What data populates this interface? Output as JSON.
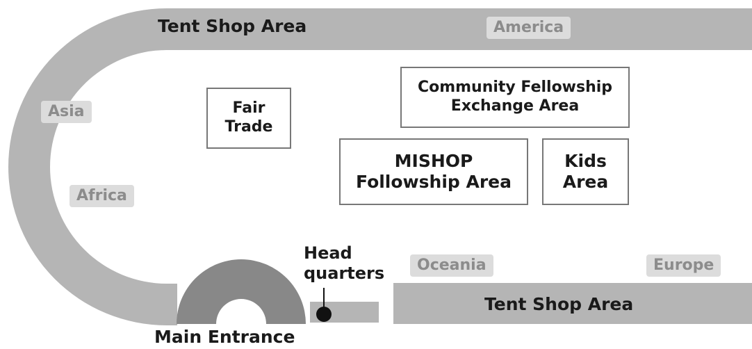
{
  "map": {
    "tent_shop_top": "Tent Shop Area",
    "tent_shop_bottom": "Tent Shop Area",
    "regions": {
      "america": "America",
      "asia": "Asia",
      "africa": "Africa",
      "oceania": "Oceania",
      "europe": "Europe"
    },
    "areas": {
      "fair_trade": [
        "Fair",
        "Trade"
      ],
      "community": [
        "Community Fellowship",
        "Exchange Area"
      ],
      "mishop": [
        "MISHOP",
        "Followship Area"
      ],
      "kids": [
        "Kids",
        "Area"
      ]
    },
    "headquarters": [
      "Head",
      "quarters"
    ],
    "main_entrance": "Main Entrance"
  },
  "colors": {
    "track": "#b5b5b5",
    "region_tag_bg": "#dcdcdc",
    "region_tag_text": "#8c8c8c",
    "box_border": "#777777",
    "marker": "#111111"
  }
}
